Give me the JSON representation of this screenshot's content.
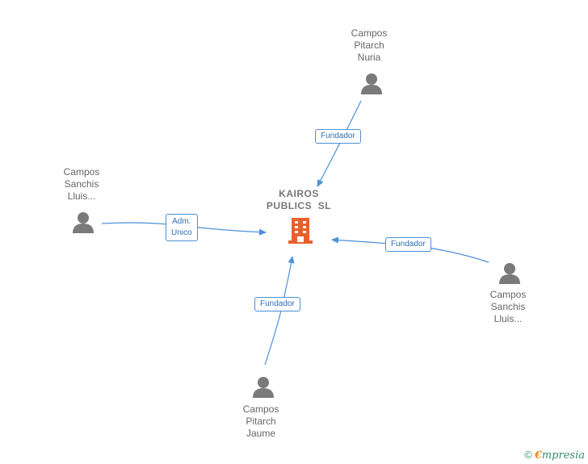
{
  "company": {
    "name_line1": "KAIROS",
    "name_line2": "PUBLICS  SL",
    "icon": "building-icon",
    "icon_color": "#e8602c"
  },
  "persons": [
    {
      "id": "p1",
      "lines": [
        "Campos",
        "Pitarch",
        "Nuria"
      ],
      "icon": "person-icon"
    },
    {
      "id": "p2",
      "lines": [
        "Campos",
        "Sanchis",
        "Lluis..."
      ],
      "icon": "person-icon"
    },
    {
      "id": "p3",
      "lines": [
        "Campos",
        "Sanchis",
        "Lluis..."
      ],
      "icon": "person-icon"
    },
    {
      "id": "p4",
      "lines": [
        "Campos",
        "Pitarch",
        "Jaume"
      ],
      "icon": "person-icon"
    }
  ],
  "edges": [
    {
      "from": "p1",
      "role_lines": [
        "Fundador"
      ]
    },
    {
      "from": "p2",
      "role_lines": [
        "Adm.",
        "Unico"
      ]
    },
    {
      "from": "p3",
      "role_lines": [
        "Fundador"
      ]
    },
    {
      "from": "p4",
      "role_lines": [
        "Fundador"
      ]
    }
  ],
  "colors": {
    "edge": "#4a90d9",
    "person_icon": "#7a7a7a",
    "label_text": "#666666"
  },
  "footer": {
    "copyright": "©",
    "brand_initial": "€",
    "brand_rest": "mpresia"
  }
}
